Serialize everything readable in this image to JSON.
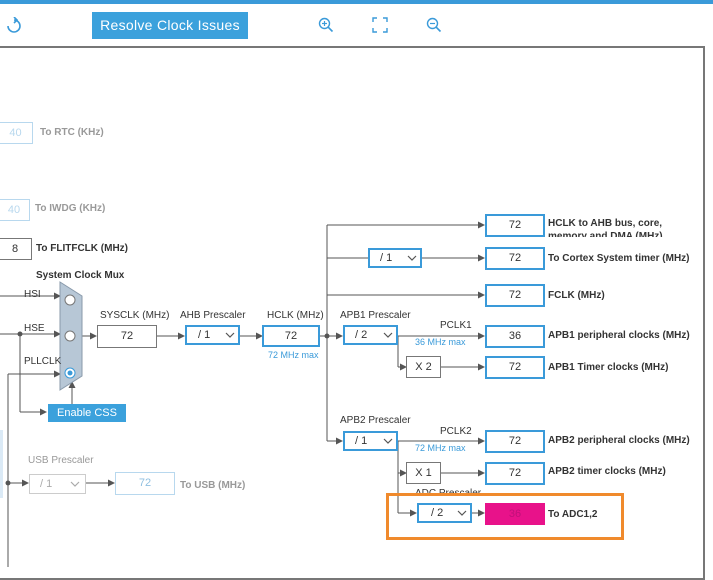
{
  "toolbar": {
    "resolve_label": "Resolve Clock Issues",
    "icons": [
      "refresh-icon",
      "zoom-in-icon",
      "fit-screen-icon",
      "zoom-out-icon"
    ]
  },
  "left_partial": {
    "rtc_value": "40",
    "rtc_label": "To RTC (KHz)",
    "iwdg_value": "40",
    "iwdg_label": "To IWDG (KHz)",
    "flitf_value": "8",
    "flitf_label": "To FLITFCLK (MHz)"
  },
  "mux": {
    "title": "System Clock Mux",
    "inputs": [
      "HSI",
      "HSE",
      "PLLCLK"
    ],
    "selected": "PLLCLK",
    "enable_css": "Enable CSS"
  },
  "sysclk": {
    "label": "SYSCLK (MHz)",
    "value": "72"
  },
  "ahb": {
    "label": "AHB Prescaler",
    "value": "/ 1"
  },
  "hclk": {
    "label": "HCLK (MHz)",
    "value": "72",
    "max": "72 MHz max"
  },
  "apb1": {
    "label": "APB1 Prescaler",
    "value": "/ 2",
    "pclk": "PCLK1",
    "max": "36 MHz max",
    "timer_mult": "X 2"
  },
  "apb2": {
    "label": "APB2 Prescaler",
    "value": "/ 1",
    "pclk": "PCLK2",
    "max": "72 MHz max",
    "timer_mult": "X 1"
  },
  "adc": {
    "prescaler_label": "ADC Prescaler",
    "value": "/ 2",
    "output": "36",
    "output_label": "To ADC1,2"
  },
  "usb": {
    "label": "USB Prescaler",
    "value": "/ 1",
    "output": "72",
    "output_label": "To USB (MHz)"
  },
  "outputs": [
    {
      "value": "72",
      "label": "HCLK to AHB bus, core, memory and DMA (MHz)"
    },
    {
      "value": "72",
      "label": "To Cortex System timer (MHz)",
      "prescaler": "/ 1"
    },
    {
      "value": "72",
      "label": "FCLK (MHz)"
    },
    {
      "value": "36",
      "label": "APB1 peripheral clocks (MHz)"
    },
    {
      "value": "72",
      "label": "APB1 Timer clocks (MHz)"
    },
    {
      "value": "72",
      "label": "APB2 peripheral clocks (MHz)"
    },
    {
      "value": "72",
      "label": "APB2 timer clocks (MHz)"
    }
  ],
  "colors": {
    "accent": "#3a9ad9",
    "adc_error": "#e8128a",
    "highlight": "#f08a2c"
  }
}
